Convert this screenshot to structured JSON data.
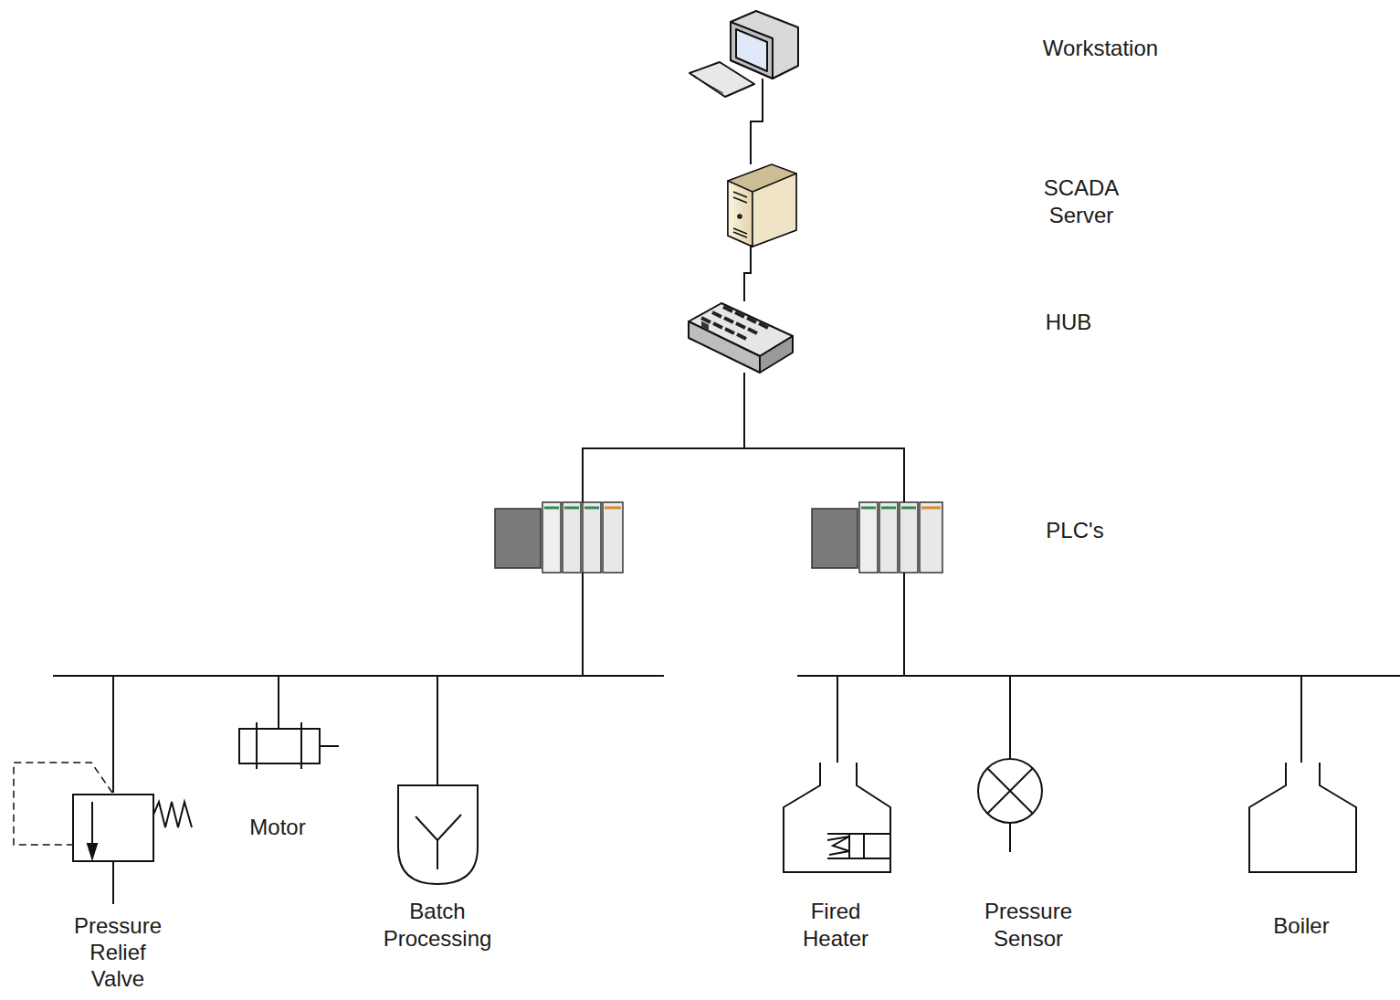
{
  "diagram": {
    "nodes": [
      {
        "text": [
          "Workstation"
        ]
      },
      {
        "text": [
          "SCADA Server"
        ]
      },
      {
        "text": [
          "HUB"
        ]
      },
      {
        "text": []
      },
      {
        "text": [
          "PLC's"
        ]
      },
      {
        "text": [
          "Pressure Relief Valve"
        ]
      },
      {
        "text": [
          "Motor"
        ]
      },
      {
        "text": [
          "Batch Processing"
        ]
      },
      {
        "text": [
          "Fired Heater"
        ]
      },
      {
        "text": [
          "Pressure Sensor"
        ]
      },
      {
        "text": [
          "Boiler"
        ]
      }
    ],
    "edges": [
      {
        "from": 0,
        "to": 1,
        "arrow": "none"
      },
      {
        "from": 1,
        "to": 2,
        "arrow": "none"
      },
      {
        "from": 2,
        "to": 3,
        "arrow": "none"
      },
      {
        "from": 2,
        "to": 4,
        "arrow": "none"
      },
      {
        "from": 3,
        "to": 5,
        "arrow": "none"
      },
      {
        "from": 3,
        "to": 6,
        "arrow": "none"
      },
      {
        "from": 3,
        "to": 7,
        "arrow": "none"
      },
      {
        "from": 4,
        "to": 8,
        "arrow": "none"
      },
      {
        "from": 4,
        "to": 9,
        "arrow": "none"
      },
      {
        "from": 4,
        "to": 10,
        "arrow": "none"
      }
    ]
  }
}
